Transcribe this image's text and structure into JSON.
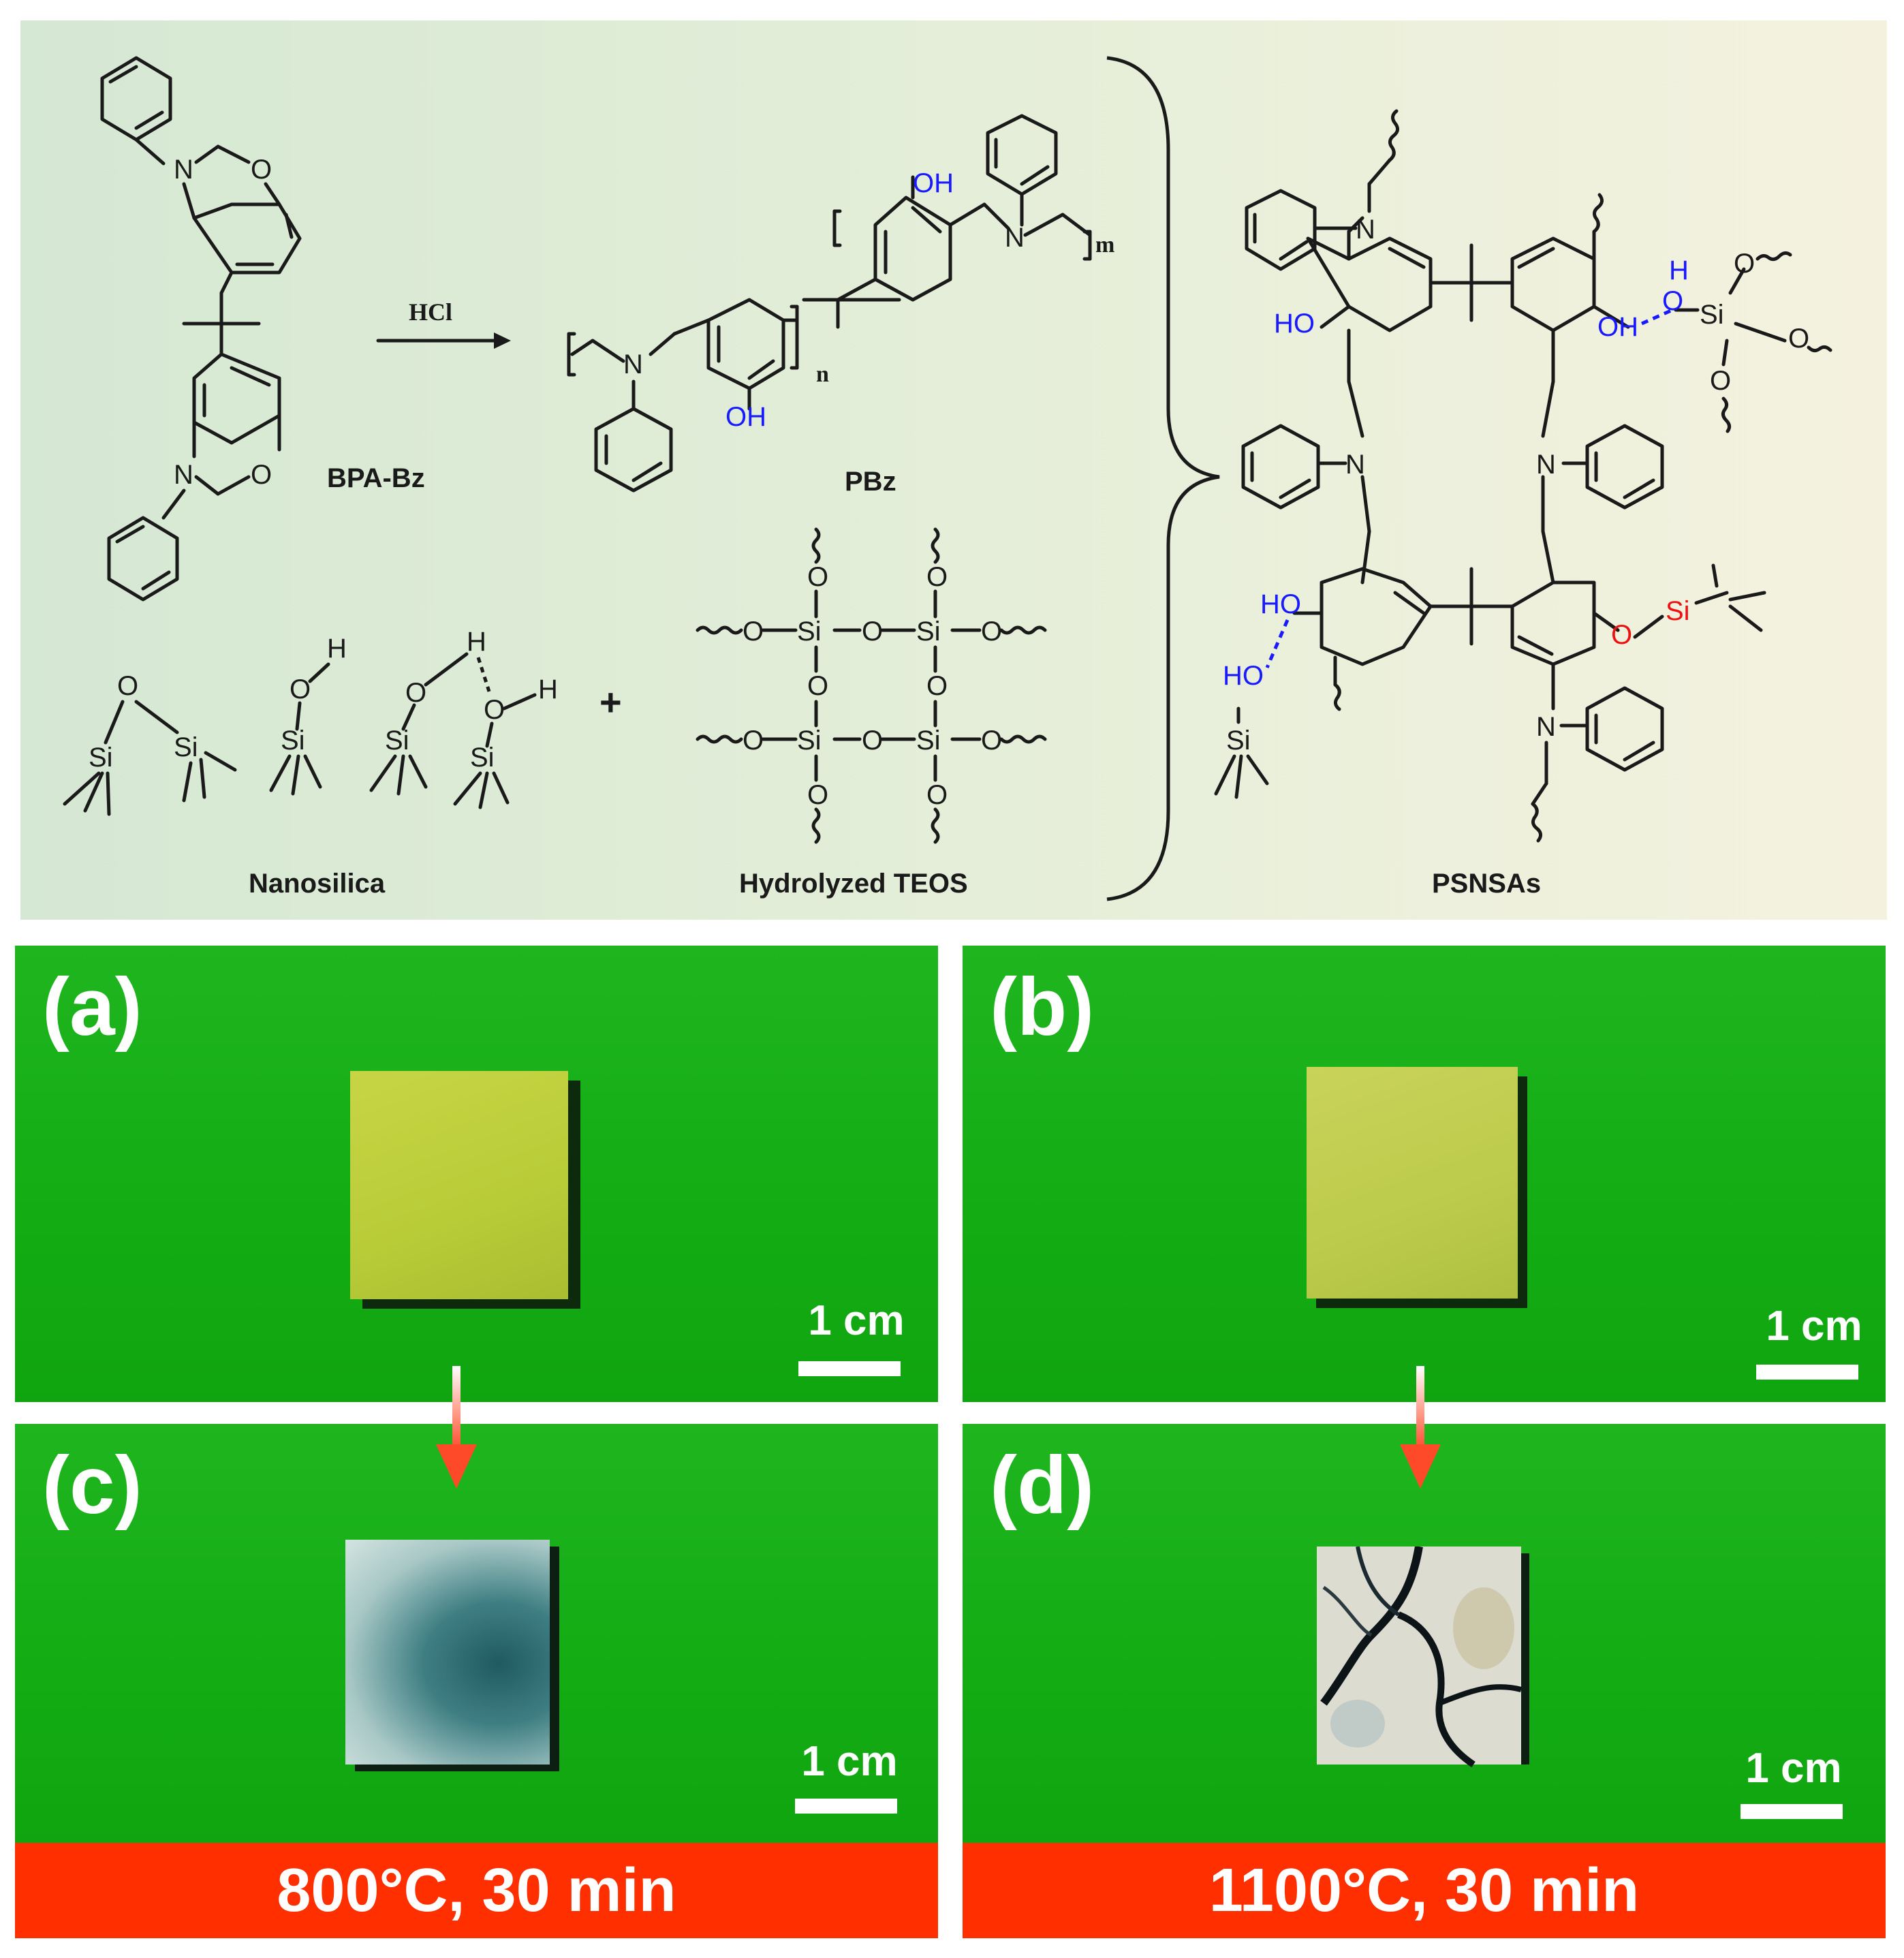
{
  "scheme": {
    "reagent_label": "HCl",
    "monomer_label": "BPA-Bz",
    "polymer_label": "PBz",
    "nanosilica_label": "Nanosilica",
    "teos_label": "Hydrolyzed TEOS",
    "product_label": "PSNSAs",
    "plus_sign": "+",
    "subscript_n": "n",
    "subscript_m": "m",
    "atoms": {
      "O": "O",
      "N": "N",
      "Si": "Si",
      "H": "H",
      "OH": "OH",
      "HO": "HO"
    }
  },
  "photos": [
    {
      "label": "(a)",
      "scale": "1 cm"
    },
    {
      "label": "(b)",
      "scale": "1 cm"
    },
    {
      "label": "(c)",
      "scale": "1 cm"
    },
    {
      "label": "(d)",
      "scale": "1 cm"
    }
  ],
  "conditions": [
    "800°C, 30 min",
    "1100°C, 30 min"
  ],
  "colors": {
    "scheme_bg_left": "#d9ead6",
    "scheme_bg_right": "#f3f1de",
    "panel_green": "#16b016",
    "condition_red": "#ff2f00",
    "highlight_blue": "#1a1aff",
    "highlight_red": "#ee1111"
  }
}
